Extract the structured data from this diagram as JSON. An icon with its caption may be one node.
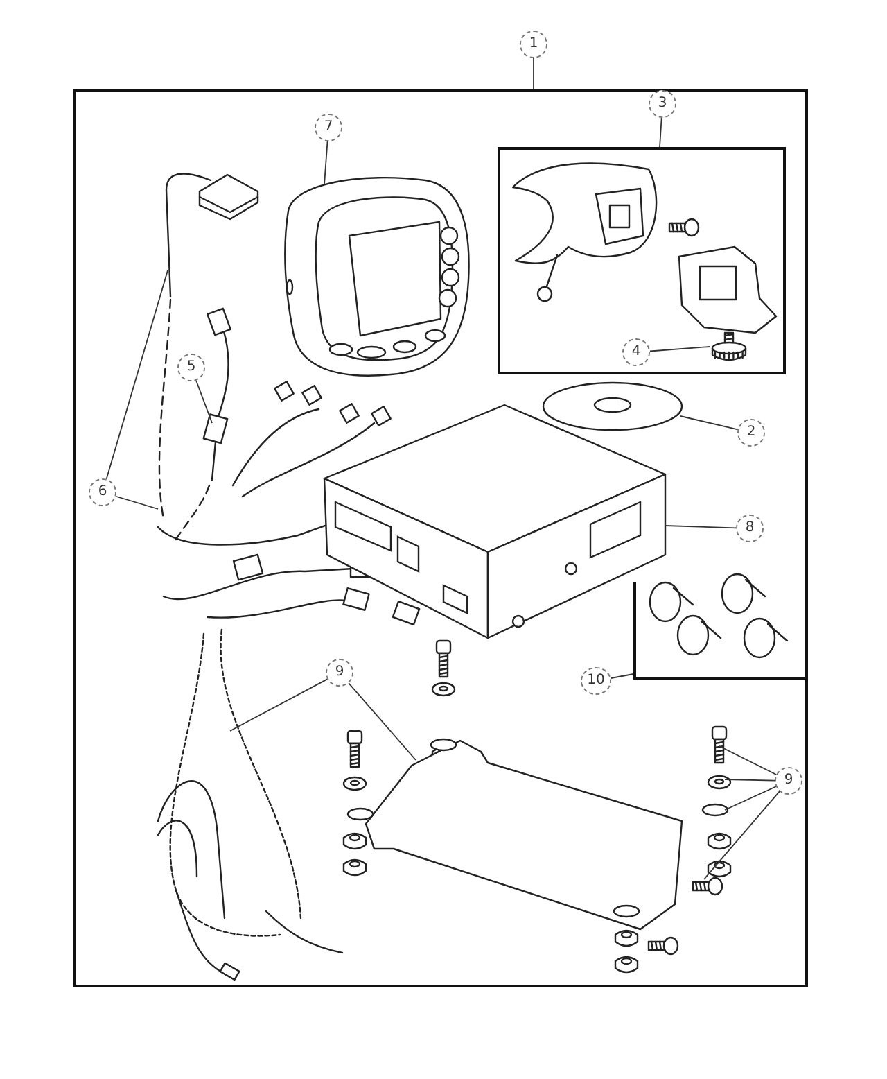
{
  "diagram": {
    "nodes": [
      {
        "text": [
          "1"
        ]
      },
      {
        "text": [],
        "shape": "box"
      },
      {
        "text": [
          "3"
        ],
        "in": 1
      },
      {
        "text": [],
        "shape": "box",
        "in": 1
      },
      {
        "text": [
          "7"
        ],
        "in": 1
      },
      {
        "text": [
          "4"
        ],
        "in": 3
      },
      {
        "text": [
          "2"
        ],
        "in": 1
      },
      {
        "text": [
          "5"
        ],
        "in": 1
      },
      {
        "text": [
          "6"
        ],
        "in": 1
      },
      {
        "text": [
          "8"
        ],
        "in": 1
      },
      {
        "text": [],
        "shape": "box",
        "in": 1
      },
      {
        "text": [
          "10"
        ],
        "in": 1
      },
      {
        "text": [
          "9"
        ],
        "in": 1
      },
      {
        "text": [
          "9"
        ],
        "in": 1
      },
      {
        "text": [],
        "shape": "picture",
        "in": 1
      },
      {
        "text": [],
        "shape": "picture",
        "in": 1
      },
      {
        "text": [],
        "shape": "picture",
        "in": 3
      },
      {
        "text": [],
        "shape": "picture",
        "in": 1
      },
      {
        "text": [],
        "shape": "picture",
        "in": 1
      },
      {
        "text": [],
        "shape": "picture",
        "in": 1
      },
      {
        "text": [],
        "shape": "picture",
        "in": 1
      },
      {
        "text": [],
        "shape": "picture",
        "in": 1
      },
      {
        "text": [],
        "shape": "picture",
        "in": 1
      },
      {
        "text": [],
        "shape": "picture",
        "in": 1
      },
      {
        "text": [],
        "shape": "picture",
        "in": 1
      }
    ],
    "edges": [
      {
        "from": 0,
        "to": 1,
        "arrow": "none"
      },
      {
        "from": 2,
        "to": 3,
        "arrow": "none"
      },
      {
        "from": 4,
        "to": 15,
        "arrow": "none"
      },
      {
        "from": 5,
        "to": 16,
        "arrow": "none"
      },
      {
        "from": 6,
        "to": 17,
        "arrow": "none"
      },
      {
        "from": 7,
        "to": 18,
        "arrow": "none"
      },
      {
        "from": 8,
        "to": 14,
        "arrow": "none"
      },
      {
        "from": 8,
        "to": 24,
        "arrow": "none"
      },
      {
        "from": 9,
        "to": 19,
        "arrow": "none"
      },
      {
        "from": 11,
        "to": 10,
        "arrow": "none"
      },
      {
        "from": 12,
        "to": 20,
        "arrow": "none"
      },
      {
        "from": 12,
        "to": 21,
        "arrow": "none"
      },
      {
        "from": 13,
        "to": 22,
        "arrow": "none"
      },
      {
        "from": 13,
        "to": 22,
        "arrow": "none"
      },
      {
        "from": 13,
        "to": 22,
        "arrow": "none"
      },
      {
        "from": 13,
        "to": 23,
        "arrow": "none"
      }
    ]
  }
}
